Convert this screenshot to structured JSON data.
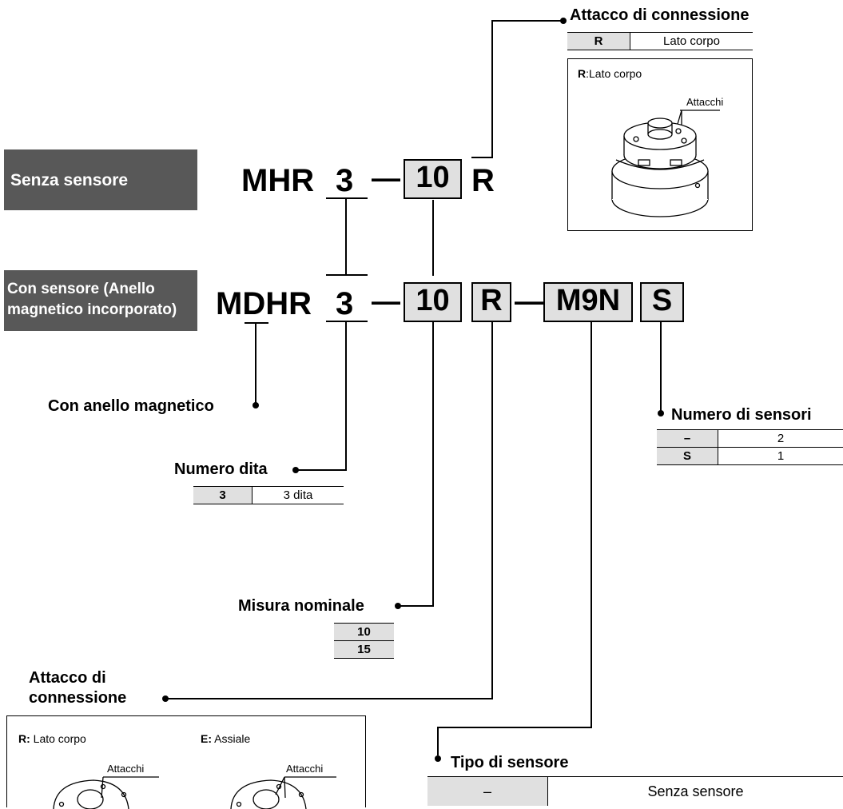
{
  "models": {
    "without_sensor": {
      "label": "Senza sensore",
      "prefix": "MHR",
      "fingers": "3",
      "dash": "—",
      "size": "10",
      "port": "R"
    },
    "with_sensor": {
      "label_line1": "Con sensore (Anello",
      "label_line2": "magnetico incorporato)",
      "prefix": "MDHR",
      "fingers": "3",
      "dash": "—",
      "size": "10",
      "port": "R",
      "dash2": "—",
      "sensor": "M9N",
      "count": "S"
    }
  },
  "attacco_top": {
    "title": "Attacco di connessione",
    "rows": [
      {
        "key": "R",
        "value": "Lato corpo"
      }
    ],
    "panel": {
      "caption_key": "R",
      "caption_text": ":Lato corpo",
      "callout": "Attacchi"
    }
  },
  "magnetic_ring": {
    "title": "Con anello magnetico"
  },
  "numero_dita": {
    "title": "Numero dita",
    "rows": [
      {
        "key": "3",
        "value": "3 dita"
      }
    ]
  },
  "numero_sensori": {
    "title": "Numero di sensori",
    "rows": [
      {
        "key": "–",
        "value": "2"
      },
      {
        "key": "S",
        "value": "1"
      }
    ]
  },
  "misura_nominale": {
    "title": "Misura nominale",
    "rows": [
      "10",
      "15"
    ]
  },
  "attacco_bottom": {
    "title_line1": "Attacco di",
    "title_line2": "connessione",
    "panel": {
      "left_key": "R:",
      "left_text": " Lato corpo",
      "right_key": "E:",
      "right_text": " Assiale",
      "callout_left": "Attacchi",
      "callout_right": "Attacchi"
    }
  },
  "tipo_sensore": {
    "title": "Tipo di sensore",
    "rows": [
      {
        "key": "–",
        "value": "Senza sensore"
      }
    ]
  }
}
